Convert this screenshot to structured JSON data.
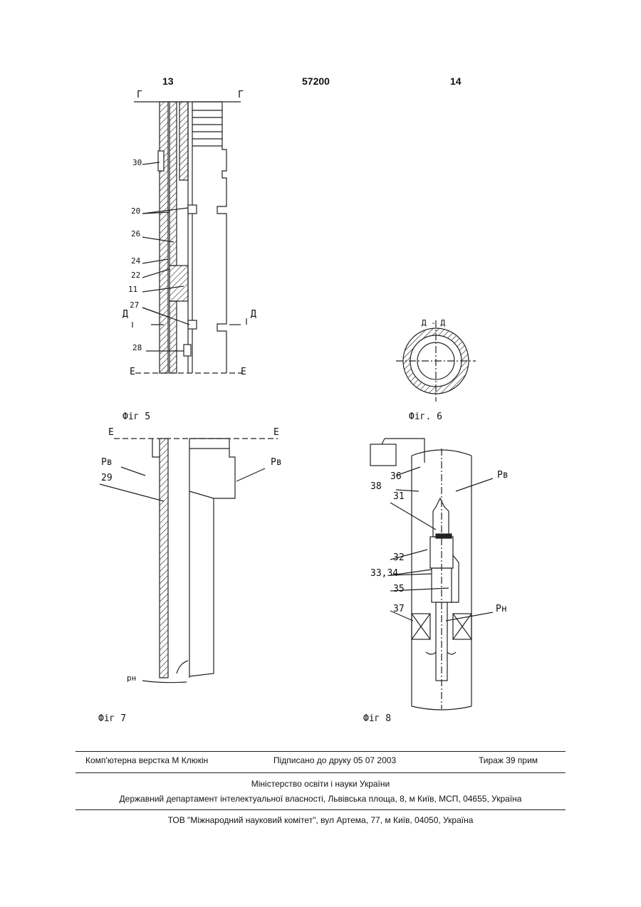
{
  "header": {
    "left_page": "13",
    "patent_number": "57200",
    "right_page": "14"
  },
  "fig5": {
    "caption": "Фіг 5",
    "section_top_left": "Г",
    "section_top_right": "Г",
    "section_bottom_left": "Е",
    "section_bottom_right": "Е",
    "cut_left": "Д",
    "cut_right": "Д",
    "labels": [
      "30",
      "20",
      "26",
      "24",
      "22",
      "11",
      "27",
      "28"
    ]
  },
  "fig6": {
    "caption": "Фіг. 6",
    "section_title": "Д - Д"
  },
  "fig7": {
    "caption": "Фіг 7",
    "section_left": "Е",
    "section_right": "Е",
    "pressure_outer_left": "Рв",
    "pressure_outer_right": "Рв",
    "part_label": "29",
    "pressure_inner": "рн"
  },
  "fig8": {
    "caption": "Фіг 8",
    "pressure_outer": "Рв",
    "pressure_inner": "Рн",
    "labels": [
      "36",
      "38",
      "31",
      "32",
      "33,34",
      "35",
      "37"
    ]
  },
  "footer": {
    "layout": "Комп'ютерна верстка М Клюкін",
    "signed": "Підписано до друку 05 07 2003",
    "print_run": "Тираж 39 прим",
    "ministry": "Міністерство освіти і науки України",
    "department": "Державний департамент інтелектуальної власності, Львівська площа, 8, м Київ, МСП, 04655, Україна",
    "publisher": "ТОВ \"Міжнародний науковий комітет\", вул Артема, 77, м Київ, 04050, Україна"
  }
}
